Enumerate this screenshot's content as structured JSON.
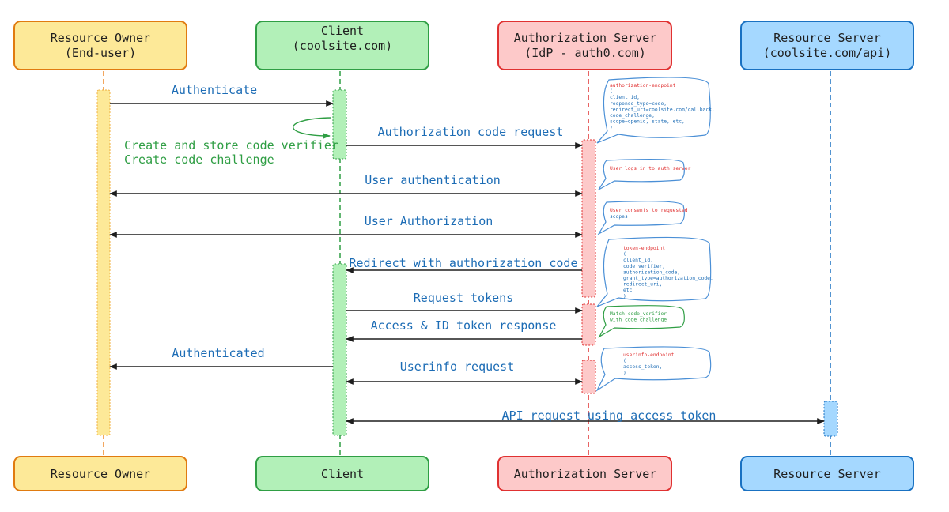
{
  "participants": [
    {
      "key": "owner",
      "top_lines": [
        "Resource Owner",
        "(End-user)"
      ],
      "bottom_label": "Resource Owner",
      "fill": "#fde998",
      "stroke": "#e07b10",
      "line": "#ee8a2c"
    },
    {
      "key": "client",
      "top_lines": [
        "Client",
        "(coolsite.com)"
      ],
      "bottom_label": "Client",
      "fill": "#b2f0b8",
      "stroke": "#2f9e44",
      "line": "#2f9e44"
    },
    {
      "key": "auth",
      "top_lines": [
        "Authorization Server",
        "(IdP - auth0.com)"
      ],
      "bottom_label": "Authorization Server",
      "fill": "#fdc9c9",
      "stroke": "#e03131",
      "line": "#e03131"
    },
    {
      "key": "rs",
      "top_lines": [
        "Resource Server",
        "(coolsite.com/api)"
      ],
      "bottom_label": "Resource Server",
      "fill": "#a5d8ff",
      "stroke": "#1971c2",
      "line": "#1971c2"
    }
  ],
  "messages": [
    {
      "label": "Authenticate",
      "color": "#1c6cb5"
    },
    {
      "label": "Create and store code verifier",
      "color": "#2f9e44"
    },
    {
      "label": "Create code challenge",
      "color": "#2f9e44"
    },
    {
      "label": "Authorization code request",
      "color": "#1c6cb5"
    },
    {
      "label": "User authentication",
      "color": "#1c6cb5"
    },
    {
      "label": "User Authorization",
      "color": "#1c6cb5"
    },
    {
      "label": "Redirect with authorization code",
      "color": "#1c6cb5"
    },
    {
      "label": "Request tokens",
      "color": "#1c6cb5"
    },
    {
      "label": "Access & ID token response",
      "color": "#1c6cb5"
    },
    {
      "label": "Authenticated",
      "color": "#1c6cb5"
    },
    {
      "label": "Userinfo request",
      "color": "#1c6cb5"
    },
    {
      "label": "API request using access token",
      "color": "#1c6cb5"
    }
  ],
  "notes": [
    {
      "key": "authorize",
      "lines": [
        "authorization-endpoint",
        "(",
        "client_id,",
        "response_type=code,",
        "redirect_uri=coolsite.com/callback,",
        "code_challenge,",
        "scope=openid, state, etc,",
        ")"
      ],
      "color": "#1c6cb5",
      "header_color": "#e03131"
    },
    {
      "key": "login",
      "lines": [
        "User logs in to auth server"
      ],
      "color": "#1c6cb5",
      "header_color": "#e03131"
    },
    {
      "key": "consent",
      "lines": [
        "User consents to requested",
        "scopes"
      ],
      "color": "#1c6cb5",
      "header_color": "#e03131"
    },
    {
      "key": "token",
      "lines": [
        "token-endpoint",
        "(",
        "client_id,",
        "code_verifier,",
        "authorization_code,",
        "grant_type=authorization_code,",
        "redirect_uri,",
        "etc",
        ")"
      ],
      "color": "#1c6cb5",
      "header_color": "#e03131"
    },
    {
      "key": "match",
      "lines": [
        "Match code_verifier",
        "with code_challenge"
      ],
      "color": "#2f9e44",
      "header_color": "#2f9e44"
    },
    {
      "key": "userinfo",
      "lines": [
        "userinfo-endpoint",
        "(",
        "access_token,",
        ")"
      ],
      "color": "#1c6cb5",
      "header_color": "#e03131"
    }
  ]
}
